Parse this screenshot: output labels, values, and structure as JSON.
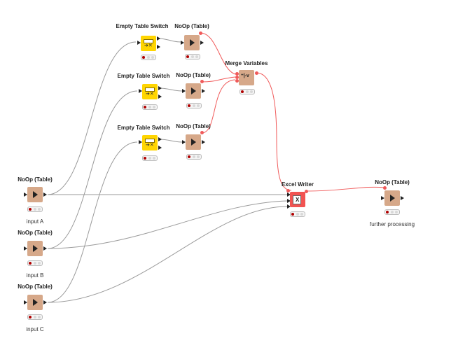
{
  "nodes": {
    "switch1": {
      "title": "Empty Table Switch"
    },
    "switch2": {
      "title": "Empty Table Switch"
    },
    "switch3": {
      "title": "Empty Table Switch"
    },
    "noop1": {
      "title": "NoOp (Table)"
    },
    "noop2": {
      "title": "NoOp (Table)"
    },
    "noop3": {
      "title": "NoOp (Table)"
    },
    "merge": {
      "title": "Merge Variables"
    },
    "inputA": {
      "title": "NoOp (Table)",
      "caption": "input A"
    },
    "inputB": {
      "title": "NoOp (Table)",
      "caption": "input B"
    },
    "inputC": {
      "title": "NoOp (Table)",
      "caption": "input C"
    },
    "excel": {
      "title": "Excel Writer"
    },
    "final": {
      "title": "NoOp (Table)",
      "caption": "further processing"
    }
  },
  "colors": {
    "noop": "#d6a889",
    "switch": "#ffd500",
    "excel": "#f15351",
    "data_wire": "#9a9a9a",
    "variable_wire": "#f05a5a"
  },
  "icons": {
    "noop": "play-triangle-icon",
    "switch": "switch-icon",
    "merge": "merge-variables-icon",
    "excel": "excel-icon",
    "status": "traffic-light-icon"
  }
}
